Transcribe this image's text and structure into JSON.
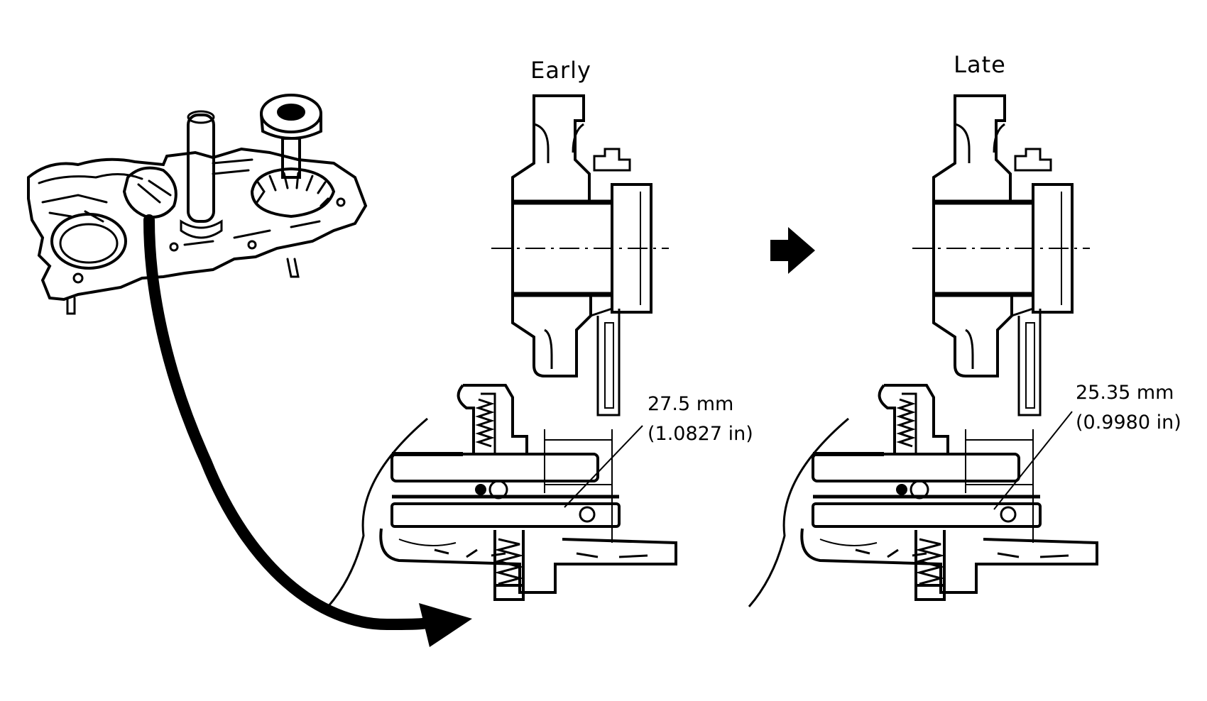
{
  "panels": {
    "early": {
      "label": "Early",
      "dimension_mm": "27.5 mm",
      "dimension_in": "(1.0827 in)"
    },
    "late": {
      "label": "Late",
      "dimension_mm": "25.35 mm",
      "dimension_in": "(0.9980 in)"
    }
  },
  "colors": {
    "ink": "#000000",
    "paper": "#ffffff"
  },
  "icons": {
    "transition_arrow": "right-arrow-icon",
    "callout_arrow": "curved-arrow-icon"
  }
}
